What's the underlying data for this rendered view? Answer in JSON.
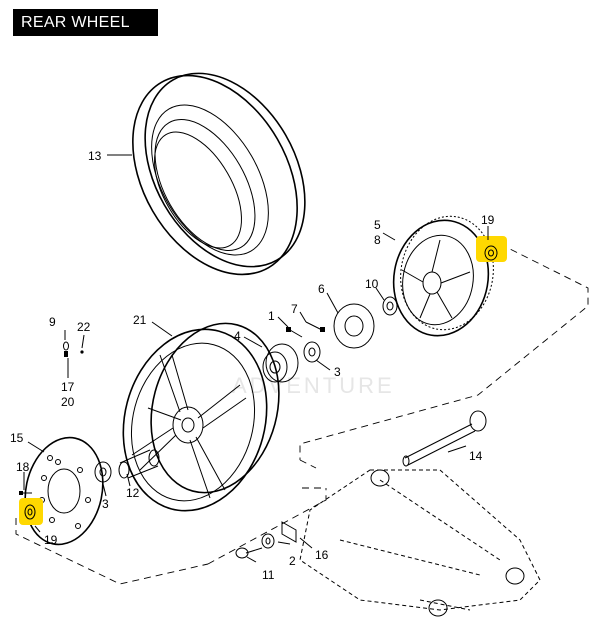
{
  "title": "REAR WHEEL",
  "watermark": "ADVENTURE",
  "callouts": {
    "c13": "13",
    "c5": "5",
    "c8": "8",
    "c19_top": "19",
    "c10": "10",
    "c6": "6",
    "c7": "7",
    "c1": "1",
    "c4": "4",
    "c3_hub": "3",
    "c21": "21",
    "c9": "9",
    "c22": "22",
    "c17": "17",
    "c20": "20",
    "c15": "15",
    "c18": "18",
    "c19_bottom": "19",
    "c3_left": "3",
    "c12": "12",
    "c14": "14",
    "c2": "2",
    "c16": "16",
    "c11": "11"
  },
  "highlight_color": "#ffd800"
}
